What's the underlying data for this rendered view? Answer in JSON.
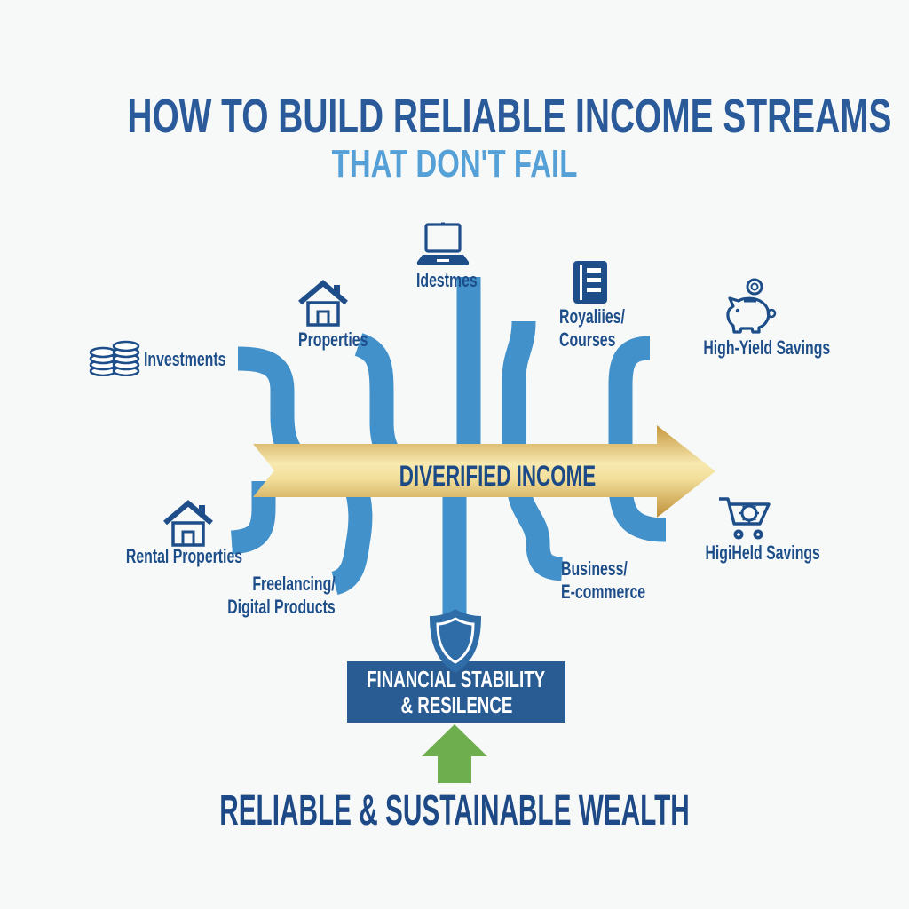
{
  "title": {
    "line1": "HOW TO BUILD RELIABLE INCOME STREAMS",
    "line2": "THAT DON'T FAIL"
  },
  "center_arrow": {
    "label": "DIVERIFIED INCOME"
  },
  "income_sources": {
    "top": [
      {
        "id": "investments",
        "label": "Investments",
        "icon": "coins-icon"
      },
      {
        "id": "properties",
        "label": "Properties",
        "icon": "house-icon"
      },
      {
        "id": "online",
        "label": "Idestmes",
        "icon": "laptop-icon"
      },
      {
        "id": "royalties_courses",
        "label_line1": "Royaliies/",
        "label_line2": "Courses",
        "icon": "book-icon"
      },
      {
        "id": "high_yield_savings",
        "label": "High-Yield Savings",
        "icon": "piggy-bank-icon"
      }
    ],
    "bottom": [
      {
        "id": "rental_properties",
        "label": "Rental Properties",
        "icon": "house-icon"
      },
      {
        "id": "freelancing",
        "label_line1": "Freelancing/",
        "label_line2": "Digital Products"
      },
      {
        "id": "business",
        "label_line1": "Business/",
        "label_line2": "E-commerce"
      },
      {
        "id": "savings_ecommerce",
        "label": "HigiHeld Savings",
        "icon": "shopping-cart-icon"
      }
    ]
  },
  "stability_box": {
    "line1": "FINANCIAL STABILITY",
    "line2": "& RESILENCE",
    "icon": "shield-icon"
  },
  "footer": {
    "label": "RELIABLE & SUSTAINABLE WEALTH"
  },
  "colors": {
    "background": "#f7f9f8",
    "title_blue": "#2a5a9a",
    "subtitle_blue": "#55a0d6",
    "navy_text": "#1d4e8a",
    "stream_blue": "#4291cb",
    "gold_dark": "#c6973d",
    "gold_light": "#f7e9b0",
    "box_navy": "#2a5c94",
    "shield_blue": "#2e6da8",
    "green_arrow": "#6fae4e"
  }
}
